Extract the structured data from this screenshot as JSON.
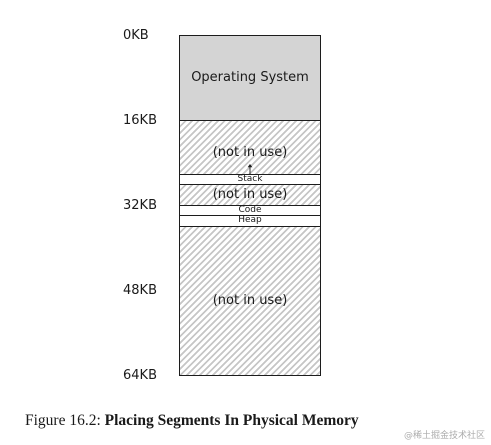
{
  "address_labels": {
    "a0": "0KB",
    "a16": "16KB",
    "a32": "32KB",
    "a48": "48KB",
    "a64": "64KB"
  },
  "segments": {
    "os": "Operating System",
    "free_top": "(not in use)",
    "stack": "Stack",
    "free_mid": "(not in use)",
    "code": "Code",
    "heap": "Heap",
    "free_bottom": "(not in use)"
  },
  "caption": {
    "prefix": "Figure 16.2: ",
    "title": "Placing Segments In Physical Memory"
  },
  "watermark": "@稀土掘金技术社区"
}
